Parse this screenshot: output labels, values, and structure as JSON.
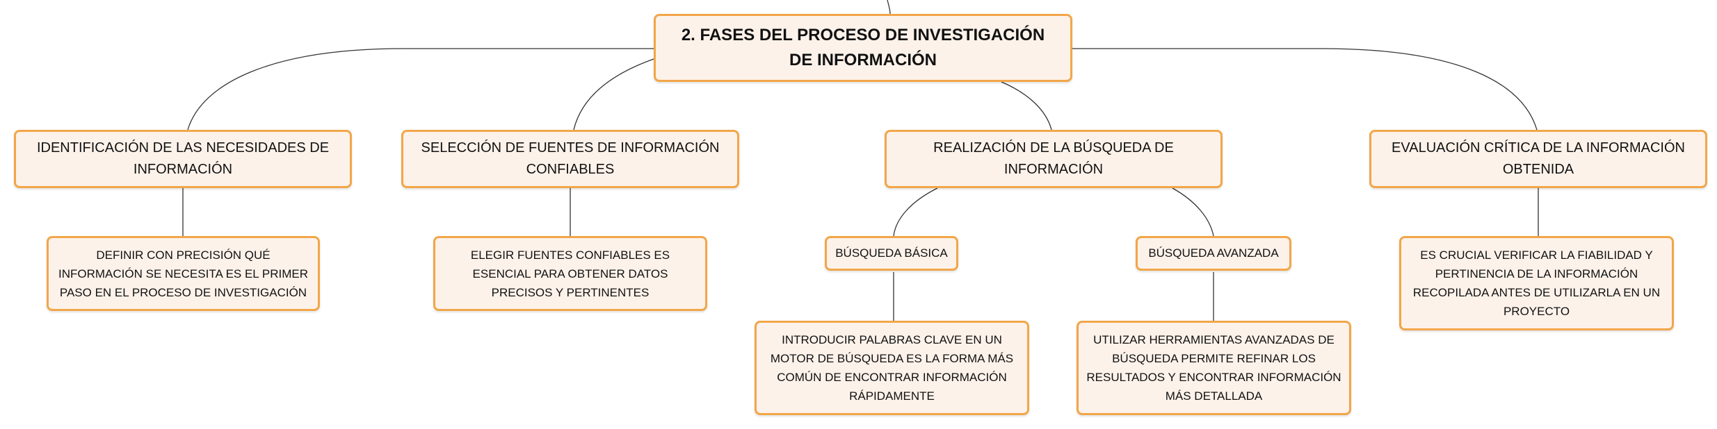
{
  "root": {
    "title": "2. FASES DEL PROCESO DE INVESTIGACIÓN DE INFORMACIÓN"
  },
  "phases": [
    {
      "label": "IDENTIFICACIÓN DE LAS NECESIDADES DE INFORMACIÓN",
      "detail": "DEFINIR CON PRECISIÓN QUÉ INFORMACIÓN SE NECESITA ES EL PRIMER PASO EN EL PROCESO DE INVESTIGACIÓN"
    },
    {
      "label": "SELECCIÓN DE FUENTES DE INFORMACIÓN CONFIABLES",
      "detail": "ELEGIR FUENTES CONFIABLES ES ESENCIAL PARA OBTENER DATOS PRECISOS Y PERTINENTES"
    },
    {
      "label": "REALIZACIÓN DE LA BÚSQUEDA DE INFORMACIÓN",
      "subtopics": [
        {
          "label": "BÚSQUEDA BÁSICA",
          "detail": "INTRODUCIR PALABRAS CLAVE EN UN MOTOR DE BÚSQUEDA ES LA FORMA MÁS COMÚN DE ENCONTRAR INFORMACIÓN RÁPIDAMENTE"
        },
        {
          "label": "BÚSQUEDA AVANZADA",
          "detail": "UTILIZAR HERRAMIENTAS AVANZADAS DE BÚSQUEDA PERMITE REFINAR LOS RESULTADOS Y ENCONTRAR INFORMACIÓN MÁS DETALLADA"
        }
      ]
    },
    {
      "label": "EVALUACIÓN CRÍTICA DE LA INFORMACIÓN OBTENIDA",
      "detail": "ES CRUCIAL VERIFICAR LA FIABILIDAD Y PERTINENCIA DE LA INFORMACIÓN RECOPILADA ANTES DE UTILIZARLA EN UN PROYECTO"
    }
  ],
  "colors": {
    "node_border": "#f2a649",
    "node_fill": "#fdf2ea",
    "connector": "#333333"
  }
}
